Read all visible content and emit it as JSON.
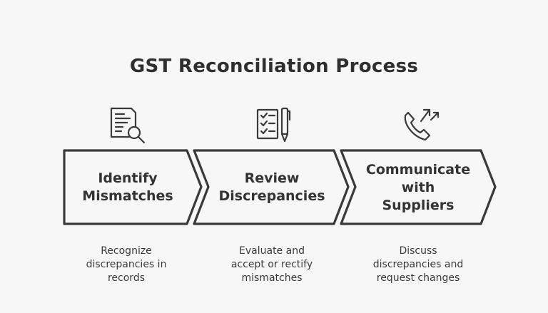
{
  "title": "GST Reconciliation Process",
  "steps": [
    {
      "label": "Identify\nMismatches",
      "description": "Recognize\ndiscrepancies in\nrecords",
      "icon": "document-search-icon"
    },
    {
      "label": "Review\nDiscrepancies",
      "description": "Evaluate and\naccept or rectify\nmismatches",
      "icon": "checklist-pen-icon"
    },
    {
      "label": "Communicate\nwith\nSuppliers",
      "description": "Discuss\ndiscrepancies and\nrequest changes",
      "icon": "phone-arrows-icon"
    }
  ],
  "colors": {
    "background": "#f7f7f7",
    "stroke": "#3a3a3a",
    "fill": "#f7f7f7"
  }
}
